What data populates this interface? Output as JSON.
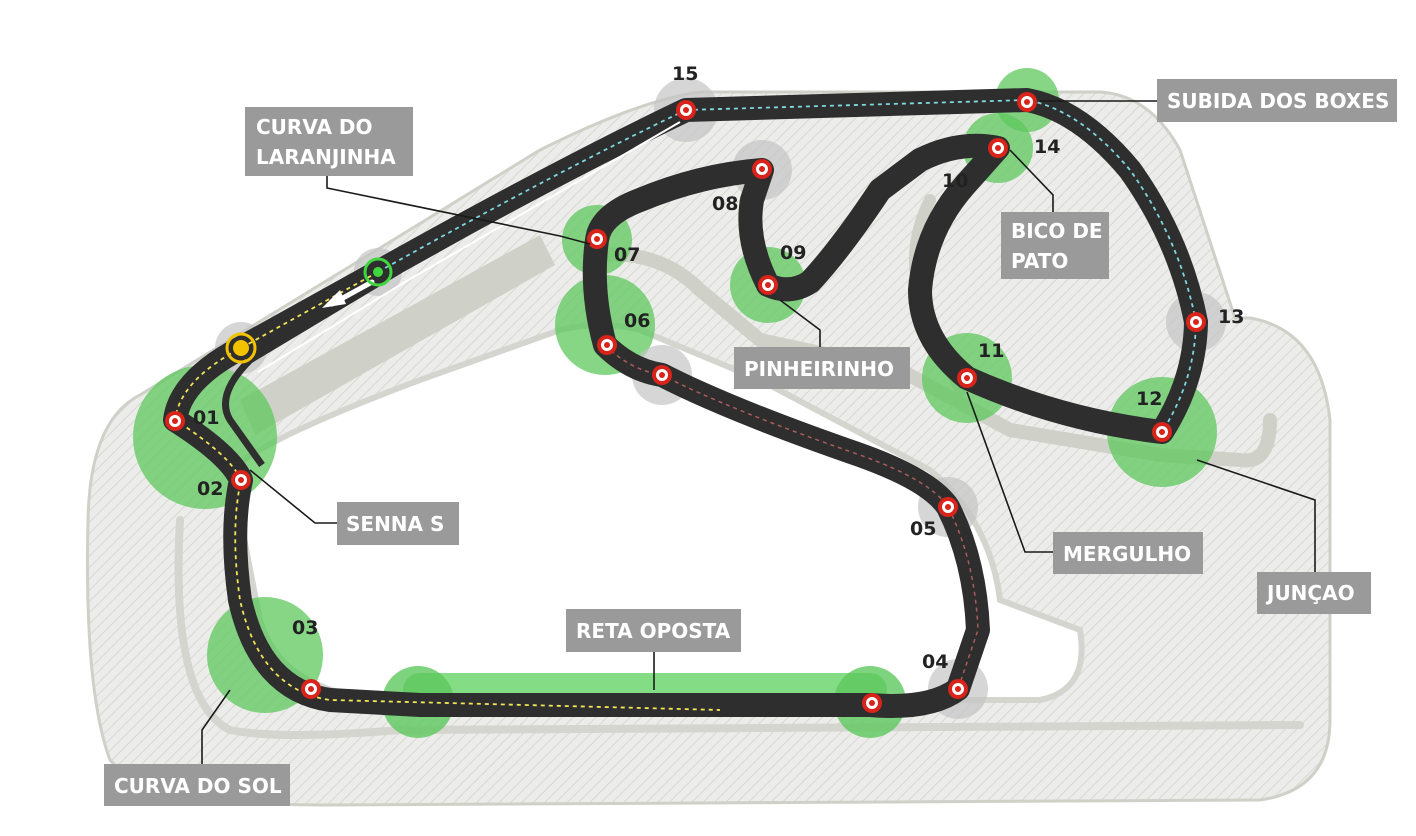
{
  "map": {
    "colors": {
      "background": "#ffffff",
      "runoff": "#e6e6e2",
      "runoff_edge": "#cfd0c8",
      "track": "#2e2e2e",
      "drs_zone": "#6fd66f",
      "turn_halo_green": "#5ec85e",
      "turn_halo_grey": "#c4c4c4",
      "turn_marker": "#d8241a",
      "label_box": "#9a9a9a",
      "label_text": "#ffffff",
      "racing_line_cyan": "#7fd7e0",
      "racing_line_yellow": "#f1e45a",
      "start_marker": "#3fd63f",
      "finish_marker": "#f2c200"
    },
    "turns": [
      "01",
      "02",
      "03",
      "04",
      "05",
      "06",
      "07",
      "08",
      "09",
      "10",
      "11",
      "12",
      "13",
      "14",
      "15"
    ],
    "corner_labels": [
      {
        "text": "CURVA DO LARANJINHA",
        "lines": [
          "CURVA DO",
          "LARANJINHA"
        ]
      },
      {
        "text": "SUBIDA DOS BOXES",
        "lines": [
          "SUBIDA DOS BOXES"
        ]
      },
      {
        "text": "BICO DE PATO",
        "lines": [
          "BICO DE",
          "PATO"
        ]
      },
      {
        "text": "PINHEIRINHO",
        "lines": [
          "PINHEIRINHO"
        ]
      },
      {
        "text": "SENNA S",
        "lines": [
          "SENNA S"
        ]
      },
      {
        "text": "MERGULHO",
        "lines": [
          "MERGULHO"
        ]
      },
      {
        "text": "JUNÇAO",
        "lines": [
          "JUNÇAO"
        ]
      },
      {
        "text": "RETA OPOSTA",
        "lines": [
          "RETA OPOSTA"
        ]
      },
      {
        "text": "CURVA DO SOL",
        "lines": [
          "CURVA DO SOL"
        ]
      }
    ],
    "icons": {
      "turn_marker": "target-ring-icon",
      "start_marker": "green-ring-icon",
      "finish_marker": "yellow-ring-icon",
      "direction": "direction-arrow-icon"
    }
  }
}
